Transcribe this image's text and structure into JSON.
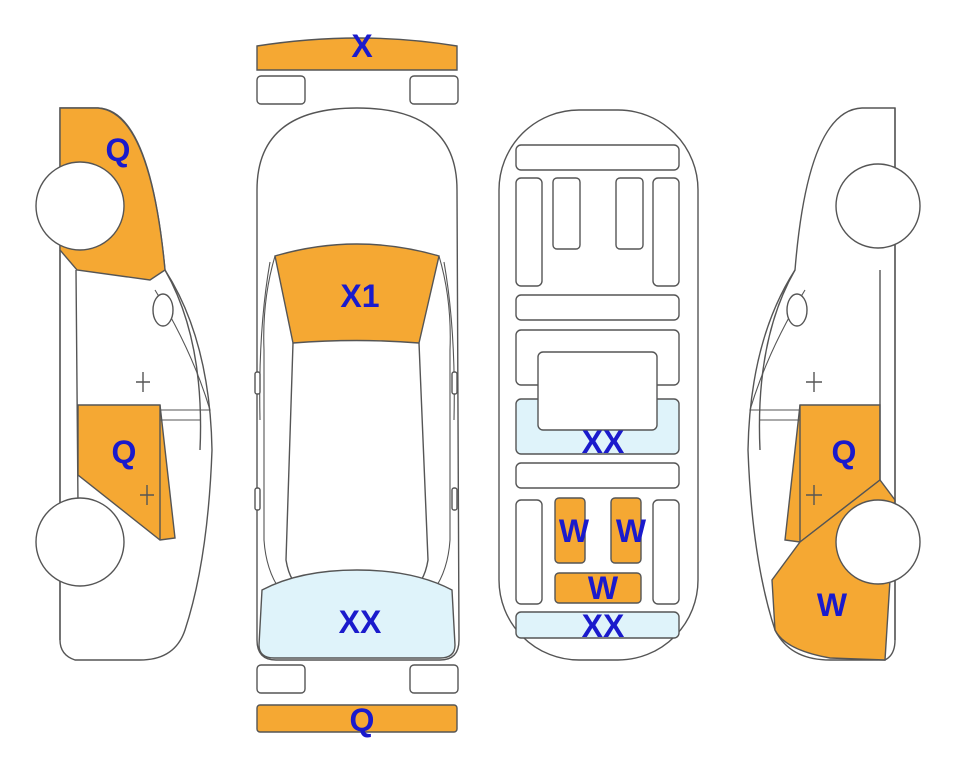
{
  "colors": {
    "paint": "#F5A833",
    "glass": "#DFF3FA",
    "outline": "#555555",
    "label": "#1A1ACC",
    "background": "#FFFFFF"
  },
  "labels": {
    "front_bumper": "X",
    "windshield": "X1",
    "rear_window": "XX",
    "rear_bumper": "Q",
    "left_front_fender": "Q",
    "left_rear_door": "Q",
    "floor_center": "XX",
    "floor_rear": "XX",
    "floor_seat_left": "W",
    "floor_seat_right": "W",
    "floor_seat_lower": "W",
    "right_rear_door": "Q",
    "right_rear_quarter": "W"
  }
}
